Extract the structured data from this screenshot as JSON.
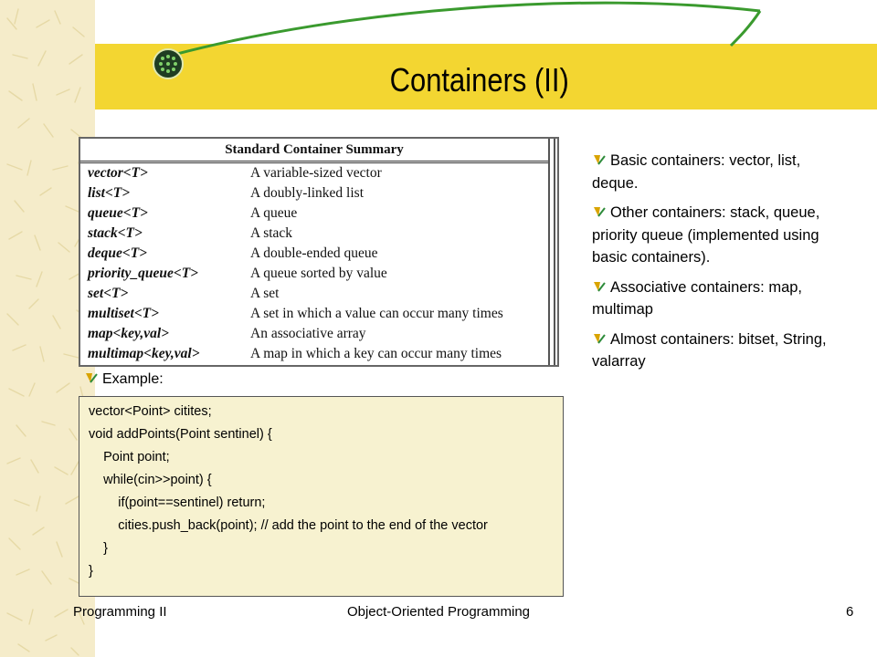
{
  "slide": {
    "title": "Containers (II)",
    "table": {
      "heading": "Standard Container Summary",
      "rows": [
        {
          "name": "vector<T>",
          "desc": "A variable-sized vector"
        },
        {
          "name": "list<T>",
          "desc": "A doubly-linked list"
        },
        {
          "name": "queue<T>",
          "desc": "A queue"
        },
        {
          "name": "stack<T>",
          "desc": "A stack"
        },
        {
          "name": "deque<T>",
          "desc": "A double-ended queue"
        },
        {
          "name": "priority_queue<T>",
          "desc": "A queue sorted by value"
        },
        {
          "name": "set<T>",
          "desc": "A set"
        },
        {
          "name": "multiset<T>",
          "desc": "A set in which a value can occur many times"
        },
        {
          "name": "map<key,val>",
          "desc": "An associative array"
        },
        {
          "name": "multimap<key,val>",
          "desc": "A map in which a key can occur many times"
        }
      ]
    },
    "example_label": "Example:",
    "code": [
      "vector<Point> citites;",
      "void addPoints(Point sentinel) {",
      "    Point point;",
      "    while(cin>>point) {",
      "        if(point==sentinel) return;",
      "        cities.push_back(point); // add the point to the end of the vector",
      "    }",
      "}"
    ],
    "bullets": [
      "Basic containers: vector, list, deque.",
      "Other containers: stack, queue, priority queue (implemented using basic containers).",
      "Associative containers: map, multimap",
      "Almost containers: bitset, String, valarray"
    ]
  },
  "footer": {
    "left": "Programming II",
    "center": "Object-Oriented Programming",
    "page": "6"
  },
  "colors": {
    "title_band": "#f3d631",
    "left_strip": "#f5ecca",
    "code_bg": "#f7f2d0",
    "accent_green": "#2e8b3a"
  }
}
